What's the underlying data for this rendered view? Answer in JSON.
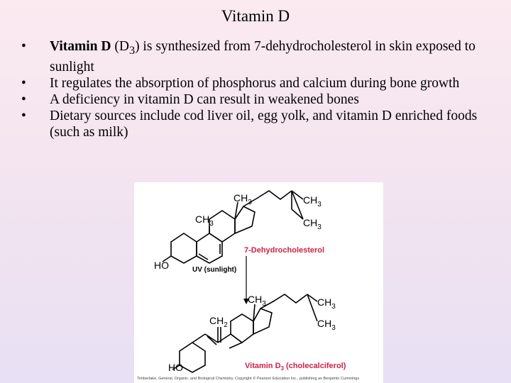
{
  "slide": {
    "title": "Vitamin D",
    "bullets": [
      {
        "bold": "Vitamin D",
        "pre": " (D",
        "sub": "3",
        "post": ") is synthesized from 7-dehydrocholesterol in skin exposed to sunlight"
      },
      {
        "text": "It regulates the absorption of phosphorus and calcium during bone growth"
      },
      {
        "text": "A deficiency in vitamin D can result in weakened bones"
      },
      {
        "text": "Dietary sources include cod liver oil, egg yolk, and vitamin D enriched foods (such as milk)"
      }
    ],
    "bullet_glyph": "•"
  },
  "figure": {
    "labels": {
      "ch3": "CH",
      "ch3_sub": "3",
      "ch2": "CH",
      "ch2_sub": "2",
      "ho": "HO",
      "precursor": "7-Dehydrocholesterol",
      "uv": "UV (sunlight)",
      "product_pre": "Vitamin D",
      "product_sub": "3",
      "product_post": " (cholecalciferol)"
    },
    "credit": "Timberlake, General, Organic, and Biological Chemistry. Copyright © Pearson Education Inc., publishing as Benjamin Cummings",
    "colors": {
      "highlight": "#d0204a",
      "text": "#000000"
    }
  }
}
